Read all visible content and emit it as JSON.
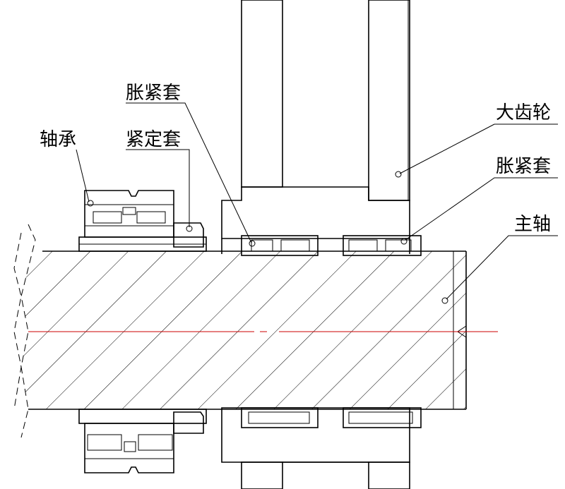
{
  "labels": {
    "expansion_sleeve_top": "胀紧套",
    "bearing": "轴承",
    "locking_sleeve": "紧定套",
    "large_gear": "大齿轮",
    "expansion_sleeve_right": "胀紧套",
    "main_shaft": "主轴"
  },
  "colors": {
    "line": "#000000",
    "centerline": "#cc0000",
    "background": "#ffffff"
  }
}
